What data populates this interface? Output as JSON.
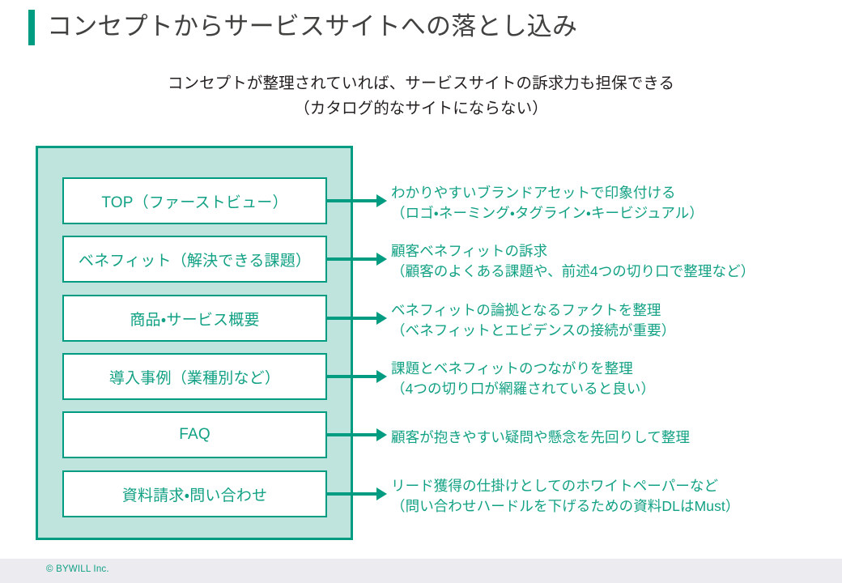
{
  "slide": {
    "title": "コンセプトからサービスサイトへの落とし込み",
    "subtitle_line1": "コンセプトが整理されていれば、サービスサイトの訴求力も担保できる",
    "subtitle_line2": "（カタログ的なサイトにならない）"
  },
  "colors": {
    "accent": "#009C82",
    "accent_text": "#12A184",
    "panel_fill": "#BFE4DD",
    "box_fill": "#FFFFFF",
    "title_text": "#414140",
    "subtitle_text": "#231F1E",
    "footer_band": "#EBEBF0",
    "page_background": "#FFFFFF"
  },
  "diagram": {
    "steps": [
      {
        "label": "TOP（ファーストビュー）",
        "annotation_line1": "わかりやすいブランドアセットで印象付ける",
        "annotation_line2": "（ロゴ・ネーミング・タグライン・キービジュアル）"
      },
      {
        "label": "ベネフィット（解決できる課題）",
        "annotation_line1": "顧客ベネフィットの訴求",
        "annotation_line2": "（顧客のよくある課題や、前述4つの切り口で整理など）"
      },
      {
        "label": "商品・サービス概要",
        "annotation_line1": "ベネフィットの論拠となるファクトを整理",
        "annotation_line2": "（ベネフィットとエビデンスの接続が重要）"
      },
      {
        "label": "導入事例（業種別など）",
        "annotation_line1": "課題とベネフィットのつながりを整理",
        "annotation_line2": "（4つの切り口が網羅されていると良い）"
      },
      {
        "label": "FAQ",
        "annotation_line1": "顧客が抱きやすい疑問や懸念を先回りして整理",
        "annotation_line2": ""
      },
      {
        "label": "資料請求・問い合わせ",
        "annotation_line1": "リード獲得の仕掛けとしてのホワイトペーパーなど",
        "annotation_line2": "（問い合わせハードルを下げるための資料DLはMust）"
      }
    ]
  },
  "footer": {
    "copyright": "© BYWILL Inc."
  }
}
